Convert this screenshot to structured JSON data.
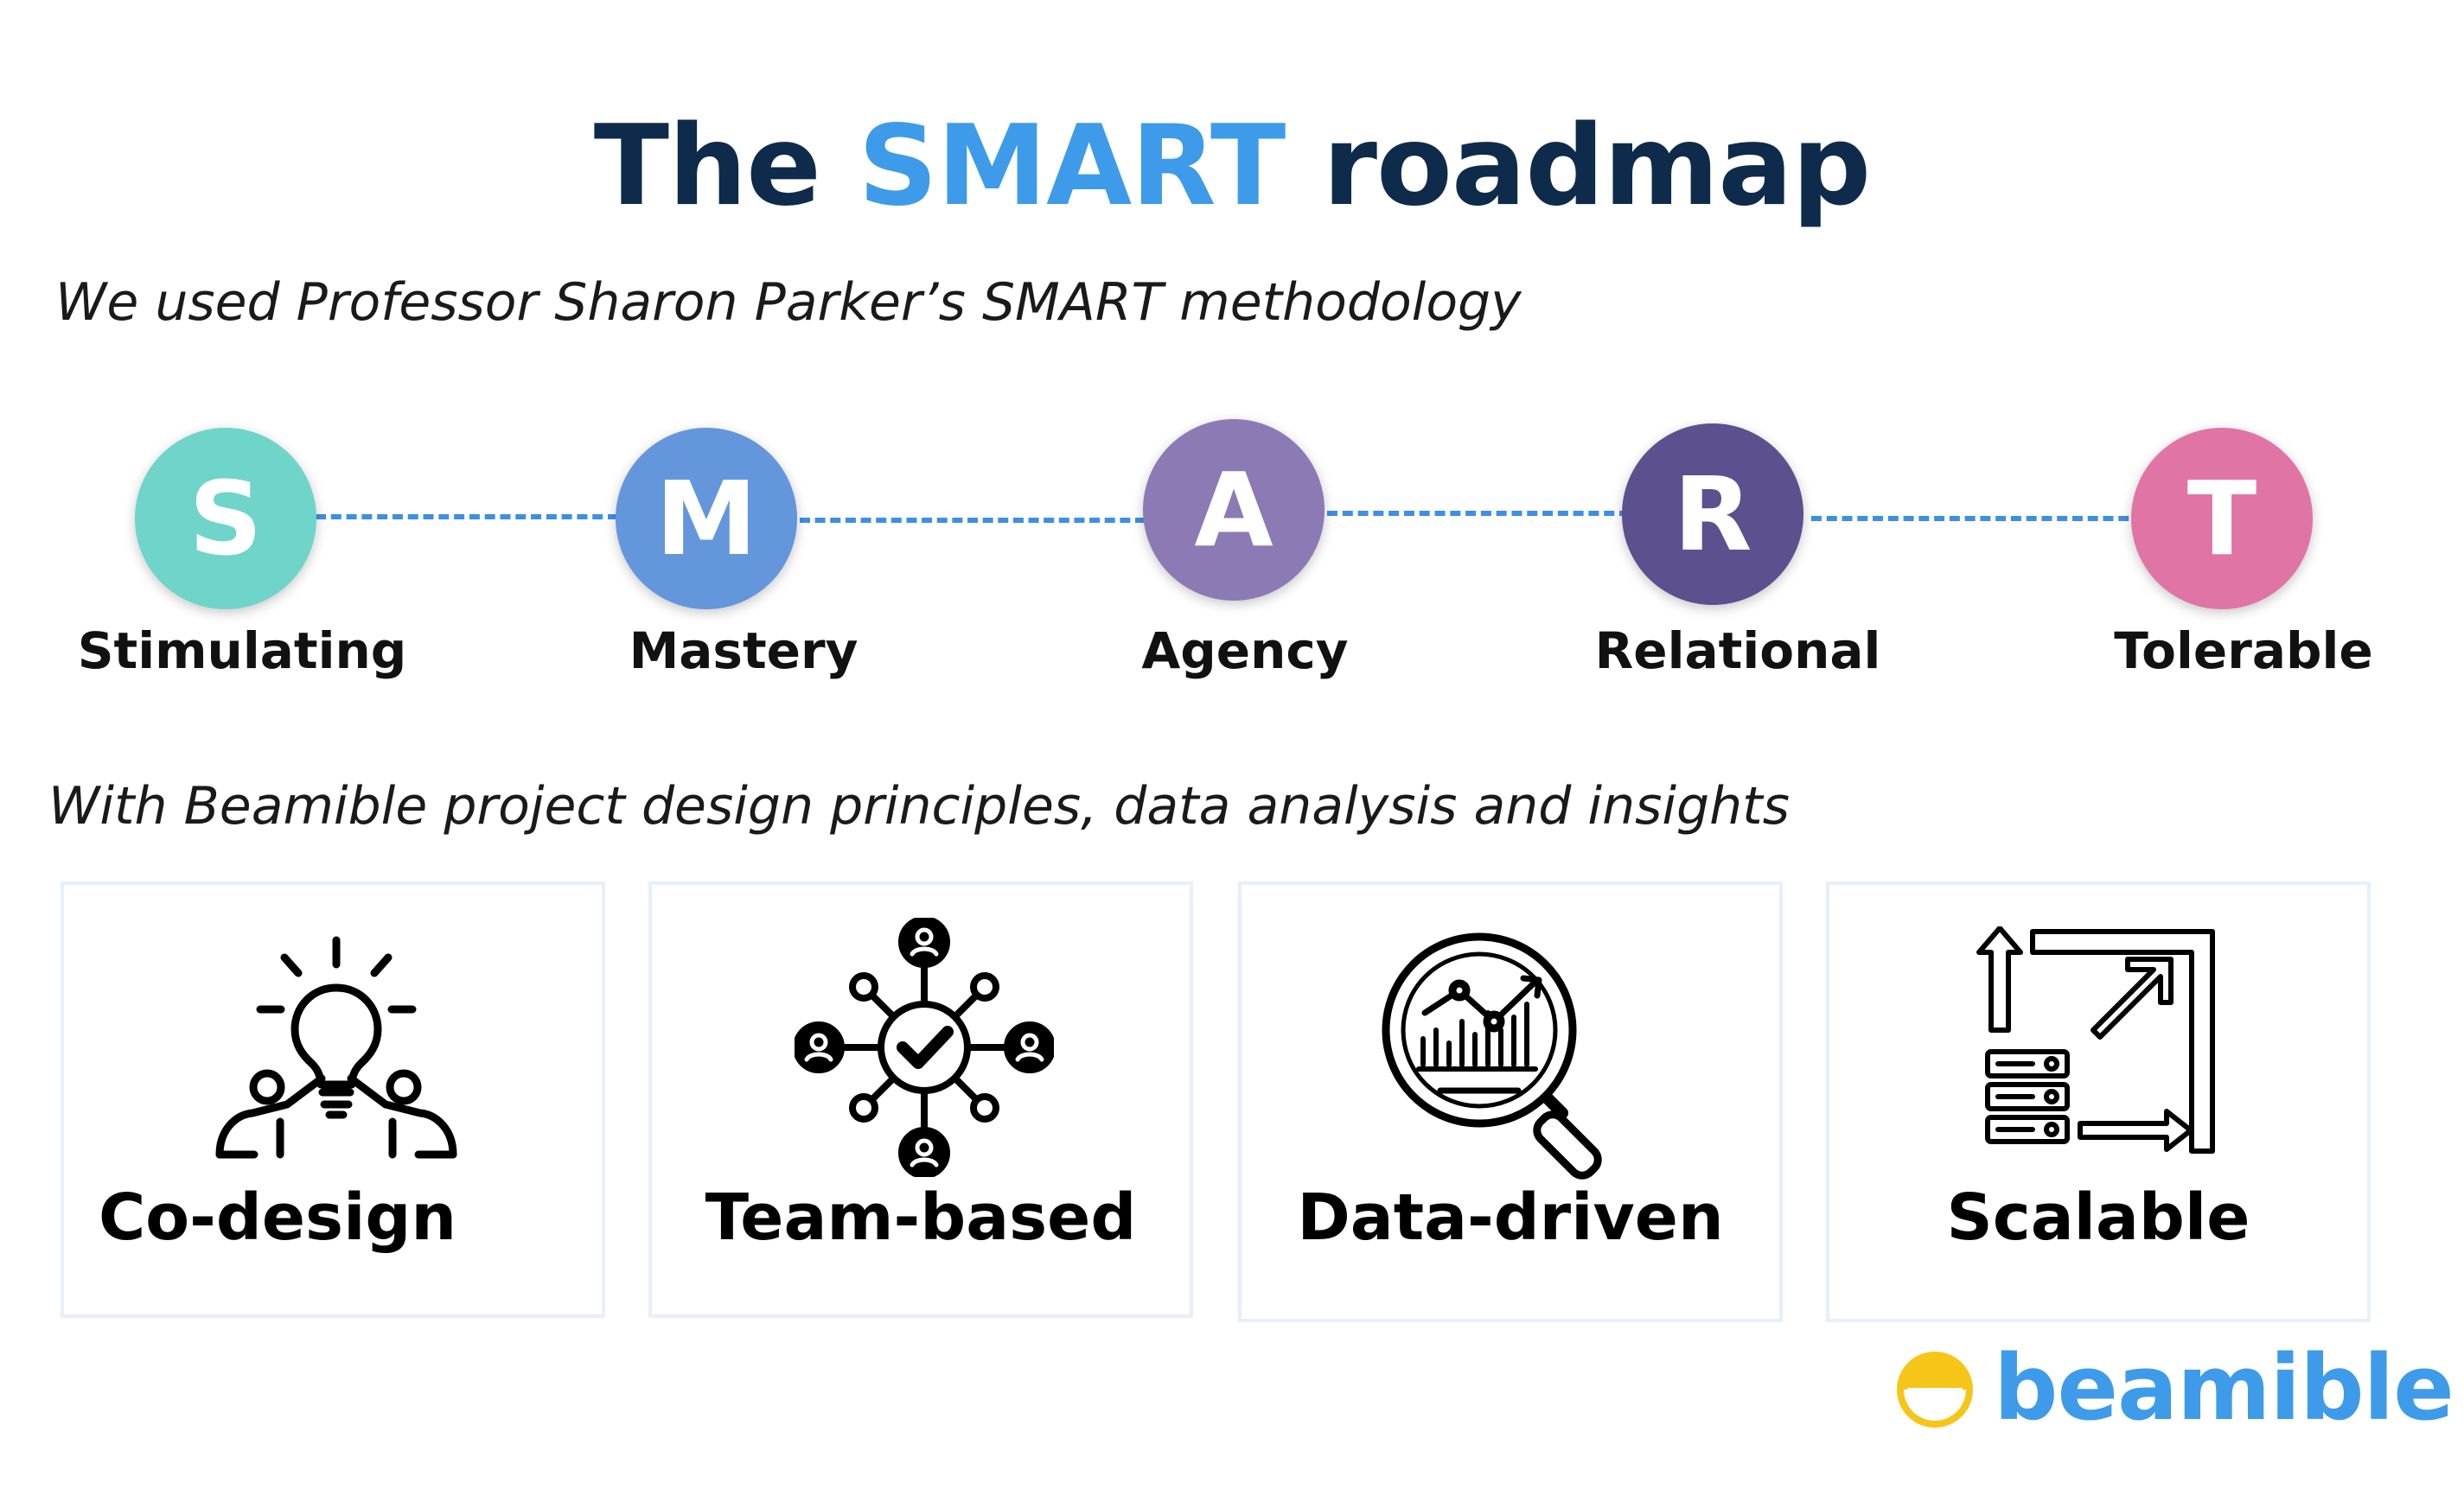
{
  "title": {
    "prefix": "The",
    "accent": "SMART",
    "suffix": "roadmap"
  },
  "subtitle_methodology": "We used Professor Sharon Parker’s SMART methodology",
  "subtitle_principles": "With Beamible project design principles, data analysis and insights",
  "steps": [
    {
      "letter": "S",
      "label": "Stimulating",
      "color": "#6fd4c9"
    },
    {
      "letter": "M",
      "label": "Mastery",
      "color": "#6496dc"
    },
    {
      "letter": "A",
      "label": "Agency",
      "color": "#8c7ab5"
    },
    {
      "letter": "R",
      "label": "Relational",
      "color": "#5c508e"
    },
    {
      "letter": "T",
      "label": "Tolerable",
      "color": "#e075a5"
    }
  ],
  "principles": [
    {
      "label": "Co-design",
      "icon": "lightbulb-collaboration-icon"
    },
    {
      "label": "Team-based",
      "icon": "team-network-icon"
    },
    {
      "label": "Data-driven",
      "icon": "magnifier-chart-icon"
    },
    {
      "label": "Scalable",
      "icon": "server-scale-arrows-icon"
    }
  ],
  "logo": {
    "text": "beamible",
    "mark_color": "#f5c518",
    "text_color": "#3d9be9"
  }
}
